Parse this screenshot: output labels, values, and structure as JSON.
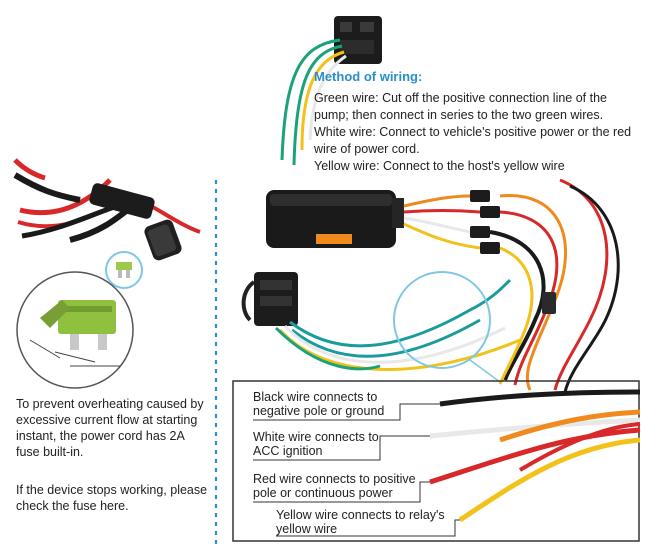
{
  "wiring": {
    "title": "Method of wiring:",
    "green": "Green wire: Cut off the positive connection line of the pump; then connect in series to the two green wires.",
    "white": "White wire: Connect to vehicle's positive power or the red wire of power cord.",
    "yellow": "Yellow wire: Connect to the host's yellow wire"
  },
  "fuse": {
    "note": "To prevent overheating caused by excessive current flow at starting instant, the power cord has 2A fuse built-in.",
    "check": "If the device stops working, please check the fuse here."
  },
  "labels": {
    "black": [
      "Black wire connects to",
      "negative pole or ground"
    ],
    "white": [
      "White wire connects to",
      "ACC ignition"
    ],
    "red": [
      "Red wire connects to positive",
      "pole or continuous power"
    ],
    "yellow": [
      "Yellow wire connects to relay's",
      "yellow wire"
    ]
  },
  "colors": {
    "accent": "#2a8fc9",
    "wire_green": "#1aa37a",
    "wire_teal": "#1b9c9c",
    "wire_white": "#e8e8e8",
    "wire_yellow": "#f2c21b",
    "wire_red": "#d8282a",
    "wire_orange": "#f08a1c",
    "wire_black": "#1a1a1a",
    "device_label": "#f08a1c"
  },
  "icons": [
    "relay-icon",
    "gps-tracker-icon",
    "fuse-holder-icon",
    "blade-fuse-icon",
    "wire-harness-icon"
  ]
}
